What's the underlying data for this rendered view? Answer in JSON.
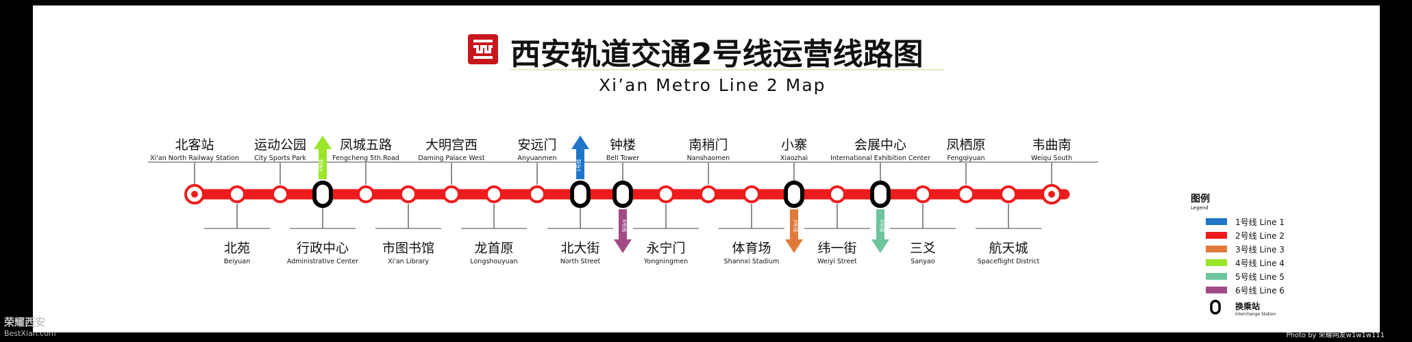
{
  "title_zh": "西安轨道交通2号线运营线路图",
  "title_en": "Xi’an   Metro   Line 2   Map",
  "stations_top": [
    {
      "zh": "北客站",
      "en": "Xi'an North Railway Station"
    },
    {
      "zh": "运动公园",
      "en": "City Sports Park"
    },
    {
      "zh": "凤城五路",
      "en": "Fengcheng 5th.Road"
    },
    {
      "zh": "大明宫西",
      "en": "Daming Palace West"
    },
    {
      "zh": "安远门",
      "en": "Anyuanmen"
    },
    {
      "zh": "钟楼",
      "en": "Bell Tower"
    },
    {
      "zh": "南稍门",
      "en": "Nanshaomen"
    },
    {
      "zh": "小寨",
      "en": "Xiaozhai"
    },
    {
      "zh": "会展中心",
      "en": "International Exhibition Center"
    },
    {
      "zh": "凤栖原",
      "en": "Fengqiyuan"
    },
    {
      "zh": "韦曲南",
      "en": "Weiqu South"
    }
  ],
  "stations_bottom": [
    {
      "zh": "北苑",
      "en": "Beiyuan"
    },
    {
      "zh": "行政中心",
      "en": "Administrative Center"
    },
    {
      "zh": "市图书馆",
      "en": "Xi'an Library"
    },
    {
      "zh": "龙首原",
      "en": "Longshouyuan"
    },
    {
      "zh": "北大街",
      "en": "North Street"
    },
    {
      "zh": "永宁门",
      "en": "Yongningmen"
    },
    {
      "zh": "体育场",
      "en": "Shannxi Stadium"
    },
    {
      "zh": "纬一街",
      "en": "Weiyi Street"
    },
    {
      "zh": "三爻",
      "en": "Sanyao"
    },
    {
      "zh": "航天城",
      "en": "Spaceflight District"
    }
  ],
  "transfers": [
    {
      "label": "4号线",
      "color": "#9be52b",
      "dir": "up"
    },
    {
      "label": "1号线",
      "color": "#1f76c9",
      "dir": "up"
    },
    {
      "label": "6号线",
      "color": "#a24a86",
      "dir": "down"
    },
    {
      "label": "3号线",
      "color": "#e07a3c",
      "dir": "down"
    },
    {
      "label": "5号线",
      "color": "#6dc59b",
      "dir": "down"
    }
  ],
  "legend": {
    "title": "图例",
    "subtitle": "Legend",
    "items": [
      {
        "label": "1号线  Line 1",
        "color": "#1f76c9"
      },
      {
        "label": "2号线  Line 2",
        "color": "#ee1c1c"
      },
      {
        "label": "3号线  Line 3",
        "color": "#e07a3c"
      },
      {
        "label": "4号线  Line 4",
        "color": "#9be52b"
      },
      {
        "label": "5号线  Line 5",
        "color": "#6dc59b"
      },
      {
        "label": "6号线  Line 6",
        "color": "#a24a86"
      }
    ],
    "interchange": "换乘站",
    "interchange_en": "Interchange Station"
  },
  "watermark_left": "荣耀西安",
  "watermark_left_url": "BestXian.com",
  "watermark_right": "Photo by 荣耀网友w1w1w111",
  "line_color": "#ee1c1c"
}
